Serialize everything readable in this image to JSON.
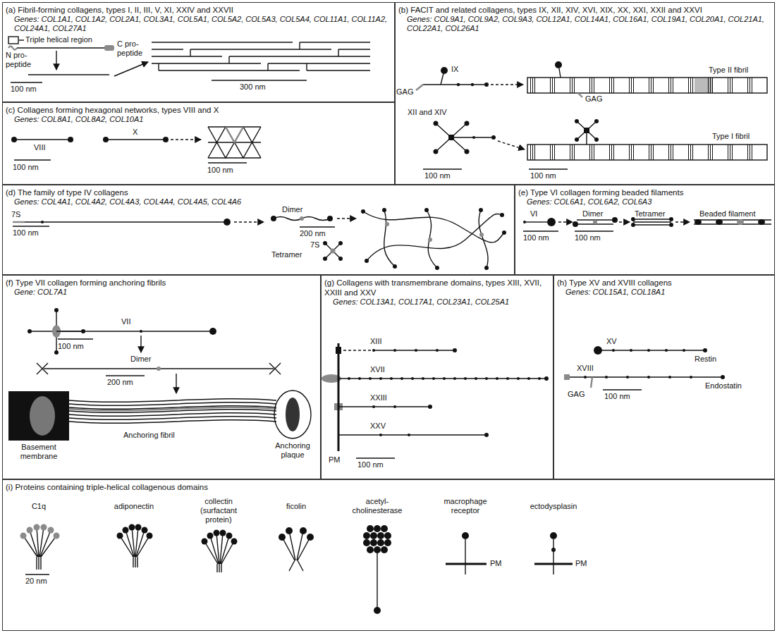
{
  "diagram": {
    "nodes": [
      {
        "text": [
          "(a) Fibril-forming collagens, types I, II, III, V, XI, XXIV and XXVII",
          "Genes: COL1A1, COL1A2, COL2A1, COL3A1, COL5A1, COL5A2, COL5A3, COL5A4, COL11A1, COL11A2, COL24A1, COL27A1"
        ]
      },
      {
        "text": [
          "(b) FACIT and related collagens, types IX, XII, XIV, XVI, XIX, XX, XXI, XXII and XXVI",
          "Genes: COL9A1, COL9A2, COL9A3, COL12A1, COL14A1, COL16A1, COL19A1, COL20A1, COL21A1, COL22A1, COL26A1"
        ]
      },
      {
        "text": [
          "(c) Collagens forming hexagonal networks, types VIII and X",
          "Genes: COL8A1, COL8A2, COL10A1"
        ]
      },
      {
        "text": [
          "(d) The family of type IV collagens",
          "Genes: COL4A1, COL4A2, COL4A3, COL4A4, COL4A5, COL4A6"
        ]
      },
      {
        "text": [
          "(e) Type VI collagen forming beaded filaments",
          "Genes: COL6A1, COL6A2, COL6A3"
        ]
      },
      {
        "text": [
          "(f) Type VII collagen forming anchoring fibrils",
          "Gene: COL7A1"
        ]
      },
      {
        "text": [
          "(g) Collagens with transmembrane domains, types XIII, XVII, XXIII and XXV",
          "Genes: COL13A1, COL17A1, COL23A1, COL25A1"
        ]
      },
      {
        "text": [
          "(h) Type XV and XVIII collagens",
          "Genes: COL15A1, COL18A1"
        ]
      },
      {
        "text": [
          "(i) Proteins containing triple-helical collagenous domains"
        ]
      }
    ],
    "labels": [
      "Triple helical region",
      "N pro- peptide",
      "C pro- peptide",
      "100 nm",
      "300 nm",
      "IX",
      "GAG",
      "Type II fibril",
      "GAG",
      "XII and XIV",
      "Type I fibril",
      "100 nm",
      "100 nm",
      "VIII",
      "X",
      "100 nm",
      "100 nm",
      "7S",
      "100 nm",
      "Dimer",
      "200 nm",
      "7S",
      "Tetramer",
      "VI",
      "Dimer",
      "Tetramer",
      "Beaded filament",
      "100 nm",
      "100 nm",
      "VII",
      "100 nm",
      "Dimer",
      "200 nm",
      "Anchoring fibril",
      "Basement membrane",
      "Anchoring plaque",
      "XIII",
      "XVII",
      "XXIII",
      "XXV",
      "PM",
      "100 nm",
      "XV",
      "XVIII",
      "Restin",
      "Endostatin",
      "GAG",
      "100 nm",
      "C1q",
      "adiponectin",
      "collectin (surfactant protein)",
      "ficolin",
      "acetyl- cholinesterase",
      "macrophage receptor",
      "ectodysplasin",
      "PM",
      "PM",
      "20 nm"
    ]
  }
}
